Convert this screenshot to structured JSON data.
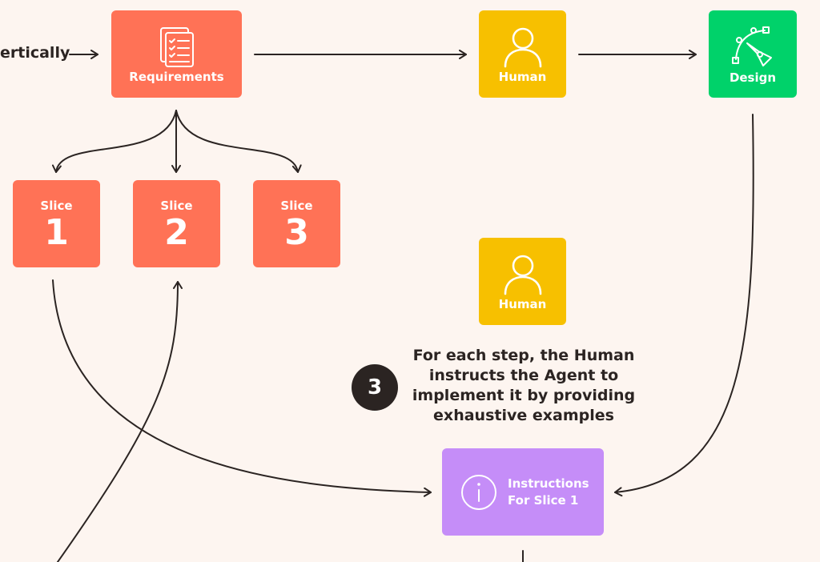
{
  "lead_text": "ertically",
  "nodes": {
    "requirements": {
      "label": "Requirements",
      "color": "#ff7256"
    },
    "human_top": {
      "label": "Human",
      "color": "#f7c000"
    },
    "design": {
      "label": "Design",
      "color": "#00d26a"
    },
    "slices": [
      {
        "label": "Slice",
        "number": "1",
        "color": "#ff7256"
      },
      {
        "label": "Slice",
        "number": "2",
        "color": "#ff7256"
      },
      {
        "label": "Slice",
        "number": "3",
        "color": "#ff7256"
      }
    ],
    "human_mid": {
      "label": "Human",
      "color": "#f7c000"
    },
    "instructions": {
      "line1": "Instructions",
      "line2": "For Slice 1",
      "color": "#c58df8"
    }
  },
  "step": {
    "number": "3",
    "text": "For each step, the Human instructs the Agent to implement it by providing exhaustive examples"
  },
  "icons": {
    "requirements": "checklist-document-icon",
    "human": "person-icon",
    "design": "pen-tool-icon",
    "instructions": "info-icon"
  },
  "colors": {
    "background": "#fdf5f0",
    "ink": "#2b2422"
  }
}
